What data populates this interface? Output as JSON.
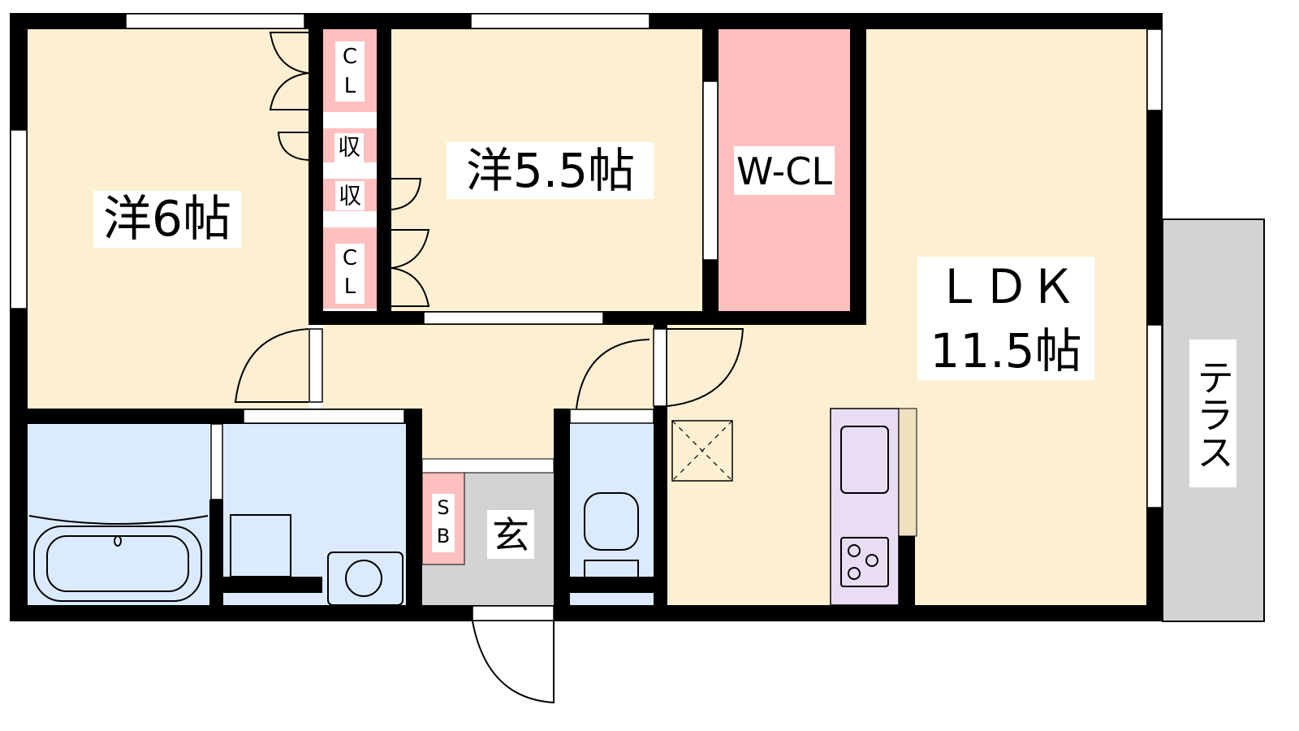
{
  "rooms": {
    "western_6": {
      "label": "洋6帖"
    },
    "western_5_5": {
      "label": "洋5.5帖"
    },
    "walk_in_closet": {
      "label": "W-CL"
    },
    "ldk": {
      "label": "ＬＤＫ",
      "size": "11.5帖"
    },
    "terrace": {
      "label": "テラス"
    },
    "entrance": {
      "label": "玄"
    },
    "shoe_box": {
      "label": "S B",
      "line1": "S",
      "line2": "B"
    },
    "closet_1": {
      "line1": "C",
      "line2": "L"
    },
    "closet_2": {
      "line1": "C",
      "line2": "L"
    },
    "storage_1": {
      "label": "収"
    },
    "storage_2": {
      "label": "収"
    }
  },
  "colors": {
    "room": "#fdf0d2",
    "closet": "#ffbfbf",
    "wet": "#dbeafe",
    "floor_gray": "#d3d3d3",
    "kitchen": "#e9ddf3",
    "wall": "#000000"
  }
}
